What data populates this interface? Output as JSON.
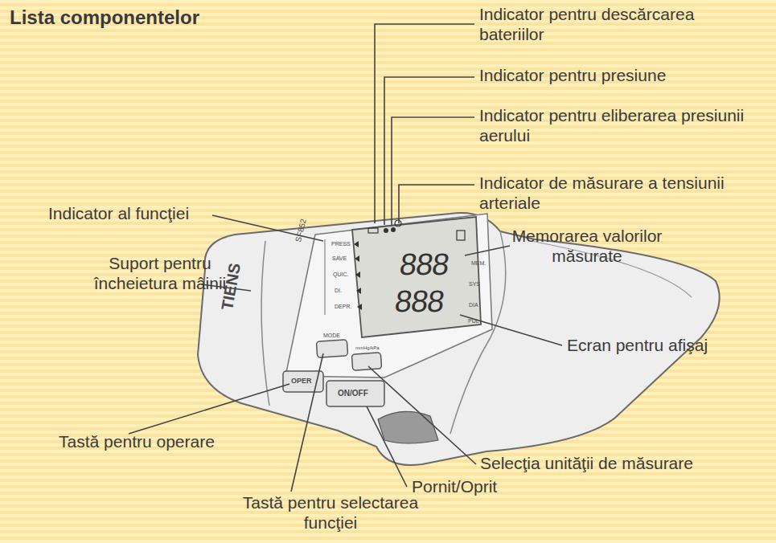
{
  "diagram": {
    "title": "Lista componentelor",
    "labels": [
      "Indicator pentru descărcarea bateriilor",
      "Indicator pentru presiune",
      "Indicator pentru eliberarea presiunii aerului",
      "Indicator de măsurare a tensiunii arteriale",
      "Indicator al funcţiei",
      "Memorarea valorilor măsurate",
      "Suport pentru încheietura mâinii",
      "Ecran pentru afişaj",
      "Tastă pentru operare",
      "Selecţia unităţii de măsurare",
      "Pornit/Oprit",
      "Tastă pentru selectarea funcţiei",
      "SF852",
      "TIENS",
      "PRESS",
      "SAVE",
      "QUIC.",
      "DI.",
      "DEPR.",
      "MEM.",
      "SYS",
      "DIA",
      "PUL",
      "888",
      "888",
      "MODE",
      "mmHg/kPa",
      "OPER",
      "ON/OFF"
    ]
  }
}
